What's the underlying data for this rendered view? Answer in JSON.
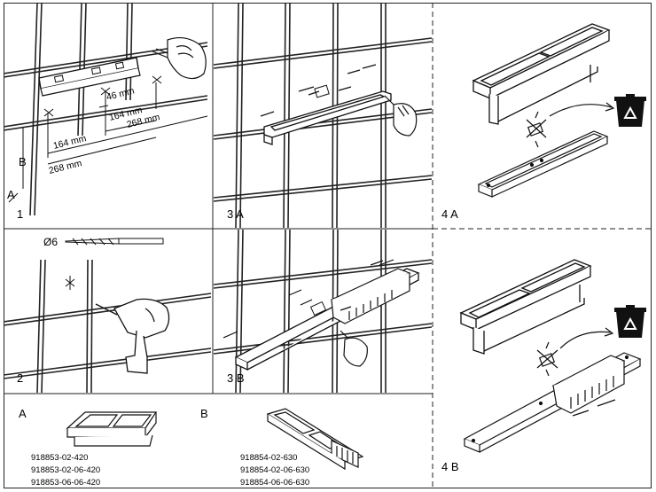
{
  "panels": {
    "p1": {
      "step": "1",
      "dims": {
        "a": "46 mm",
        "b": "164 mm",
        "c": "268 mm",
        "d": "164 mm",
        "e": "268 mm"
      },
      "letters": {
        "a": "A",
        "b": "B"
      }
    },
    "p2": {
      "step": "2",
      "drill_label": "Ø6"
    },
    "p3a": {
      "step": "3 A"
    },
    "p3b": {
      "step": "3 B"
    },
    "p4a": {
      "step": "4 A"
    },
    "p4b": {
      "step": "4 B"
    },
    "variants": {
      "a": {
        "letter": "A",
        "codes": [
          "918853-02-420",
          "918853-02-06-420",
          "918853-06-06-420"
        ]
      },
      "b": {
        "letter": "B",
        "codes": [
          "918854-02-630",
          "918854-02-06-630",
          "918854-06-06-630"
        ]
      }
    }
  },
  "colors": {
    "line": "#111111",
    "grid": "#222222",
    "recycle_bg": "#111111"
  },
  "icons": [
    "recycle-bin-icon",
    "drill-icon",
    "screwdriver-icon",
    "hand-icon",
    "crosshair-icon",
    "level-icon"
  ]
}
